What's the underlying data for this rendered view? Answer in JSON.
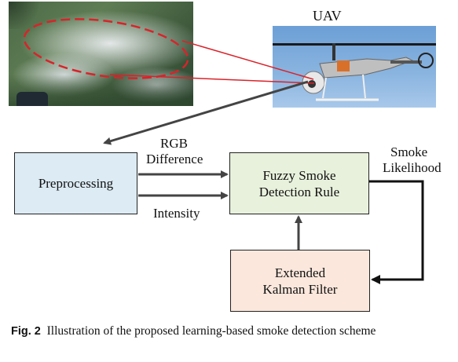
{
  "uav_label": "UAV",
  "edge_labels": {
    "rgb_line1": "RGB",
    "rgb_line2": "Difference",
    "intensity": "Intensity",
    "smoke_line1": "Smoke",
    "smoke_line2": "Likelihood"
  },
  "boxes": {
    "preprocessing": "Preprocessing",
    "fuzzy_line1": "Fuzzy Smoke",
    "fuzzy_line2": "Detection Rule",
    "kalman_line1": "Extended",
    "kalman_line2": "Kalman Filter"
  },
  "caption": {
    "fig": "Fig. 2",
    "text": "Illustration of the proposed learning-based smoke detection scheme"
  },
  "colors": {
    "annotation_red": "#d9232a",
    "preprocessing_fill": "#dcebf4",
    "fuzzy_fill": "#e8f1dc",
    "kalman_fill": "#fbe7dc",
    "arrow": "#444444",
    "feedback_arrow": "#111111"
  }
}
